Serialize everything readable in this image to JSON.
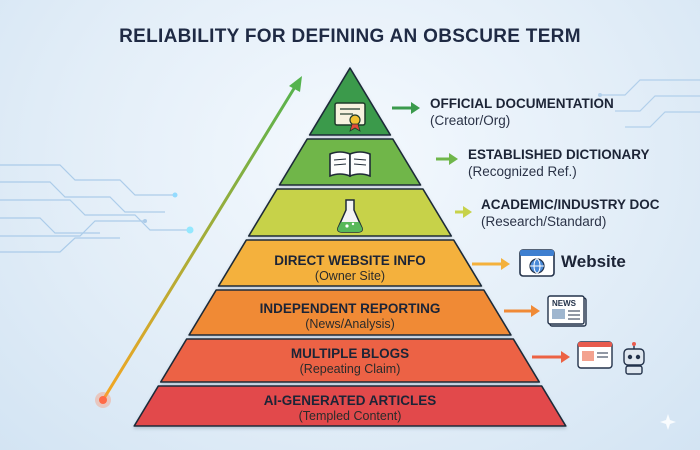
{
  "title": "RELIABILITY FOR DEFINING AN OBSCURE TERM",
  "side_tiers": [
    {
      "name": "OFFICIAL DOCUMENTATION",
      "sub": "(Creator/Org)",
      "icon": "certificate-icon"
    },
    {
      "name": "ESTABLISHED DICTIONARY",
      "sub": "(Recognized Ref.)",
      "icon": "book-icon"
    },
    {
      "name": "ACADEMIC/INDUSTRY DOC",
      "sub": "(Research/Standard)",
      "icon": "flask-icon"
    }
  ],
  "inner_tiers": [
    {
      "name": "DIRECT WEBSITE INFO",
      "sub": "(Owner Site)",
      "color": "#f4b13c",
      "icon": "browser-globe-icon"
    },
    {
      "name": "INDEPENDENT REPORTING",
      "sub": "(News/Analysis)",
      "color": "#f08a36",
      "icon": "newspaper-icon"
    },
    {
      "name": "MULTIPLE BLOGS",
      "sub": "(Repeating Claim)",
      "color": "#ec6244",
      "icon": "blog-robot-icon"
    },
    {
      "name": "AI-GENERATED ARTICLES",
      "sub": "(Templed Content)",
      "color": "#e2484c",
      "icon": ""
    }
  ],
  "top_colors": [
    "#3a9a4c",
    "#6fb64a",
    "#c7d24a"
  ],
  "website_label": "Website",
  "news_label": "NEWS"
}
